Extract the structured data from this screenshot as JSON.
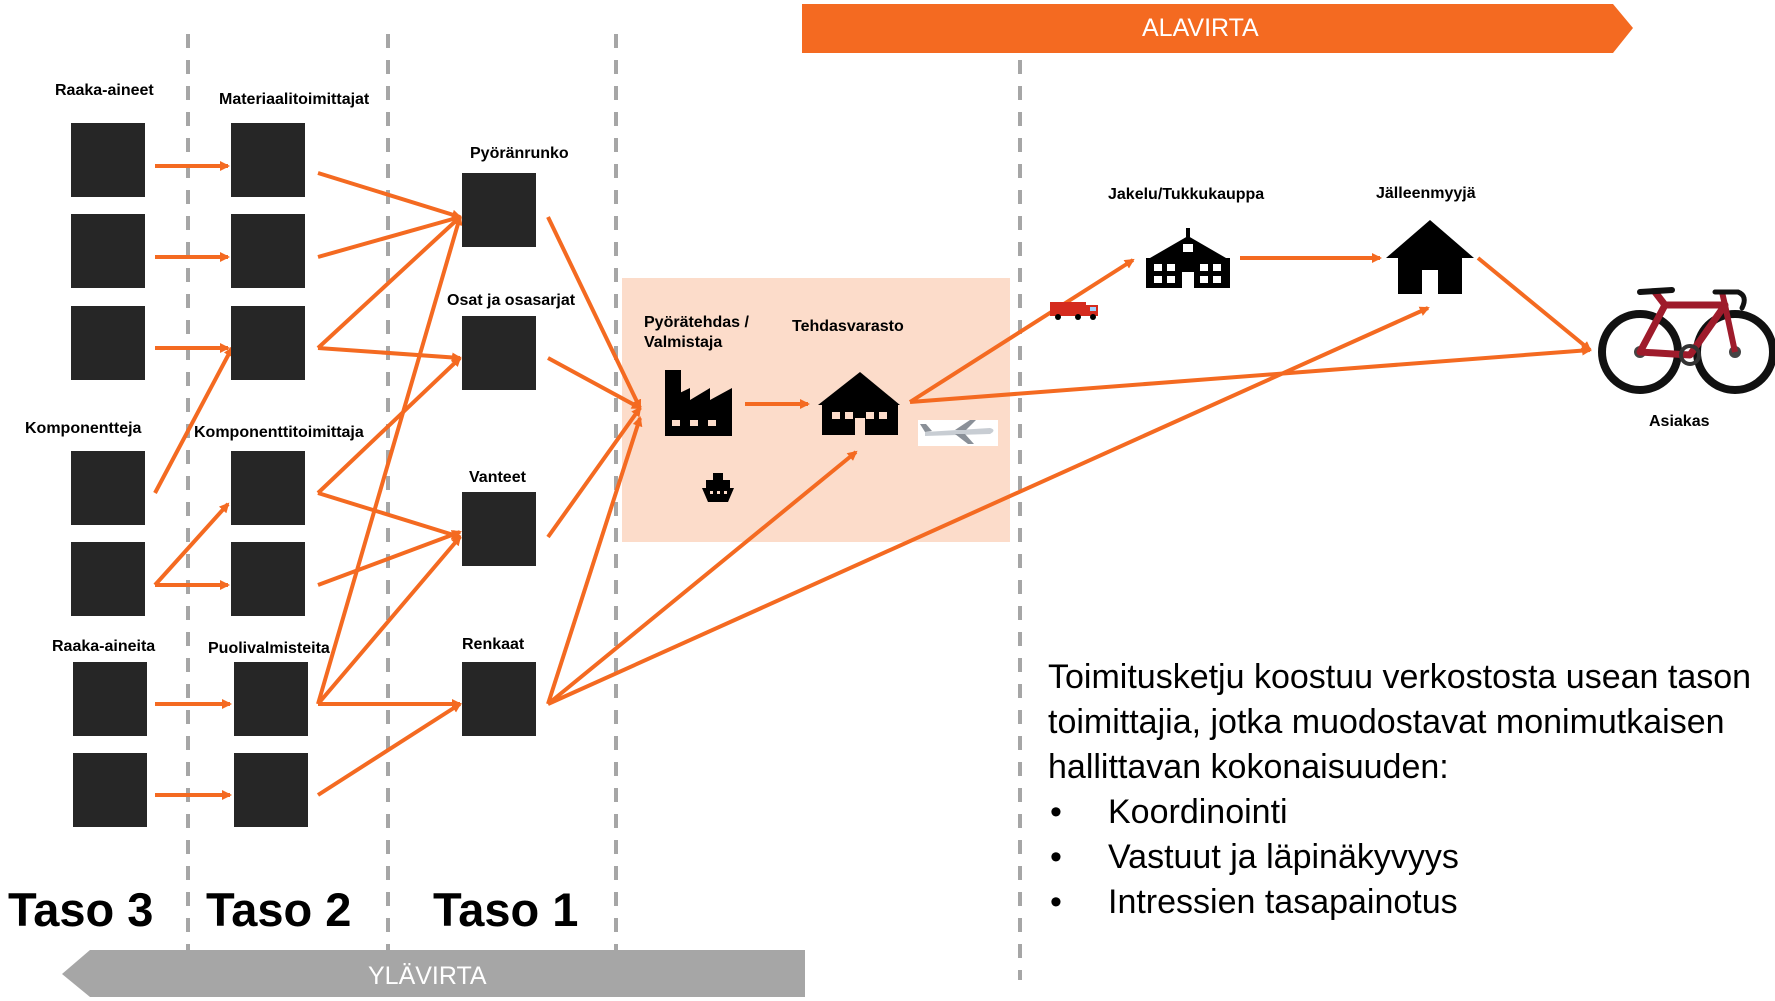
{
  "bands": {
    "downstream": "ALAVIRTA",
    "upstream": "YLÄVIRTA"
  },
  "column_labels": {
    "raw_materials": "Raaka-aineet",
    "material_suppliers": "Materiaalitoimittajat",
    "components": "Komponentteja",
    "component_suppliers": "Komponenttitoimittaja",
    "raw_materials_2": "Raaka-aineita",
    "semi_finished": "Puolivalmisteita",
    "frame": "Pyöränrunko",
    "parts": "Osat ja osasarjat",
    "rims": "Vanteet",
    "tires": "Renkaat"
  },
  "factory": {
    "label": "Pyörätehdas / Valmistaja"
  },
  "warehouse": {
    "label": "Tehdasvarasto"
  },
  "distribution": {
    "label": "Jakelu/Tukkukauppa"
  },
  "retailer": {
    "label": "Jälleenmyyjä"
  },
  "customer": {
    "label": "Asiakas"
  },
  "tiers": [
    "Taso 3",
    "Taso 2",
    "Taso 1"
  ],
  "summary": {
    "text": "Toimitusketju koostuu verkostosta usean tason toimittajia, jotka muodostavat monimutkaisen hallittavan kokonaisuuden:",
    "bullets": [
      "Koordinointi",
      "Vastuut ja läpinäkyvyys",
      "Intressien tasapainotus"
    ]
  },
  "colors": {
    "accent_orange": "#f46a21",
    "band_gray": "#a6a6a6",
    "box_dark": "#262626",
    "factory_highlight": "#fcdcca",
    "bike_red": "#9e1b2b"
  },
  "icons": [
    "factory-icon",
    "warehouse-icon",
    "distribution-building-icon",
    "retailer-house-icon",
    "bicycle-icon",
    "ship-icon",
    "truck-icon",
    "airplane-icon"
  ]
}
